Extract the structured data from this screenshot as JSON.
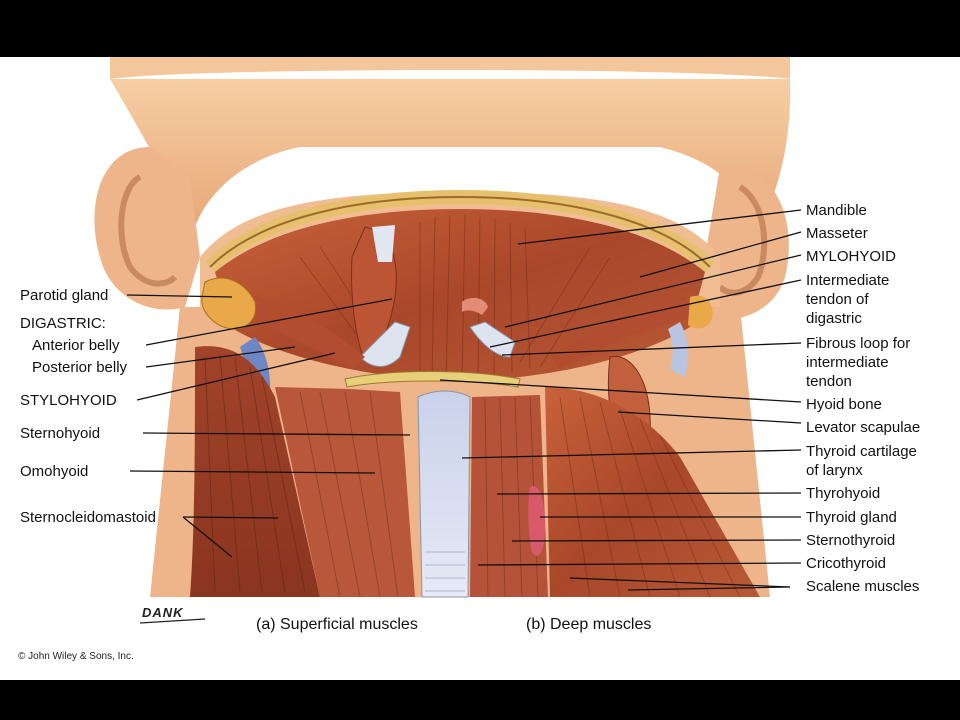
{
  "left_labels": [
    {
      "id": "parotid-gland",
      "text": "Parotid gland"
    },
    {
      "id": "digastric-heading",
      "text": "DIGASTRIC:"
    },
    {
      "id": "anterior-belly",
      "text": "Anterior belly"
    },
    {
      "id": "posterior-belly",
      "text": "Posterior belly"
    },
    {
      "id": "stylohyoid",
      "text": "STYLOHYOID"
    },
    {
      "id": "sternohyoid",
      "text": "Sternohyoid"
    },
    {
      "id": "omohyoid",
      "text": "Omohyoid"
    },
    {
      "id": "sternocleidomastoid",
      "text": "Sternocleidomastoid"
    }
  ],
  "right_labels": [
    {
      "id": "mandible",
      "lines": [
        "Mandible"
      ]
    },
    {
      "id": "masseter",
      "lines": [
        "Masseter"
      ]
    },
    {
      "id": "mylohyoid",
      "lines": [
        "MYLOHYOID"
      ]
    },
    {
      "id": "intermediate-tendon",
      "lines": [
        "Intermediate",
        "tendon of",
        "digastric"
      ]
    },
    {
      "id": "fibrous-loop",
      "lines": [
        "Fibrous loop for",
        "intermediate",
        "tendon"
      ]
    },
    {
      "id": "hyoid-bone",
      "lines": [
        "Hyoid bone"
      ]
    },
    {
      "id": "levator-scapulae",
      "lines": [
        "Levator scapulae"
      ]
    },
    {
      "id": "thyroid-cartilage",
      "lines": [
        "Thyroid cartilage",
        "of larynx"
      ]
    },
    {
      "id": "thyrohyoid",
      "lines": [
        "Thyrohyoid"
      ]
    },
    {
      "id": "thyroid-gland",
      "lines": [
        "Thyroid gland"
      ]
    },
    {
      "id": "sternothyroid",
      "lines": [
        "Sternothyroid"
      ]
    },
    {
      "id": "cricothyroid",
      "lines": [
        "Cricothyroid"
      ]
    },
    {
      "id": "scalene-muscles",
      "lines": [
        "Scalene muscles"
      ]
    }
  ],
  "captions": {
    "superficial": "(a) Superficial muscles",
    "deep": "(b) Deep muscles"
  },
  "signature": "DANK",
  "copyright": "© John Wiley & Sons, Inc."
}
